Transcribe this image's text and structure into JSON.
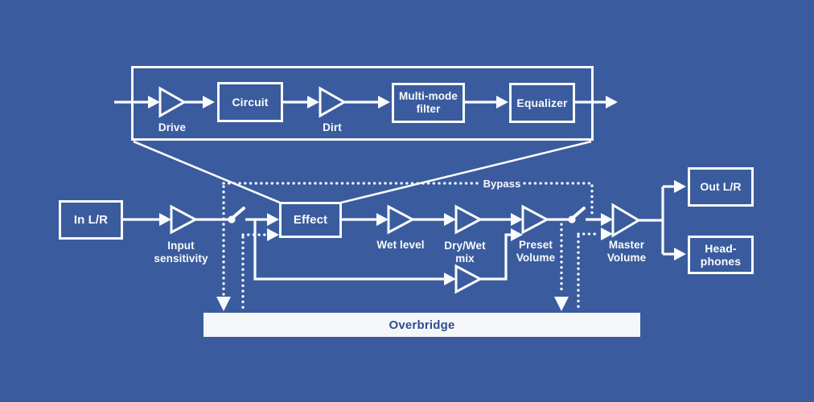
{
  "colors": {
    "background": "#3a5c9e",
    "line": "#fafbfd",
    "overbridge_bar_fill": "#f4f6f8",
    "overbridge_text": "#2e4d92"
  },
  "detail_chain": {
    "drive_label": "Drive",
    "circuit_box": "Circuit",
    "dirt_label": "Dirt",
    "multi_mode_filter_box": "Multi-mode\nfilter",
    "equalizer_box": "Equalizer"
  },
  "main_chain": {
    "in_box": "In L/R",
    "input_sensitivity_label": "Input\nsensitivity",
    "effect_box": "Effect",
    "wet_level_label": "Wet level",
    "dry_wet_mix_label": "Dry/Wet\nmix",
    "preset_volume_label": "Preset\nVolume",
    "master_volume_label": "Master\nVolume",
    "out_box": "Out L/R",
    "headphones_box": "Head-\nphones"
  },
  "bypass_label": "Bypass",
  "overbridge_label": "Overbridge"
}
